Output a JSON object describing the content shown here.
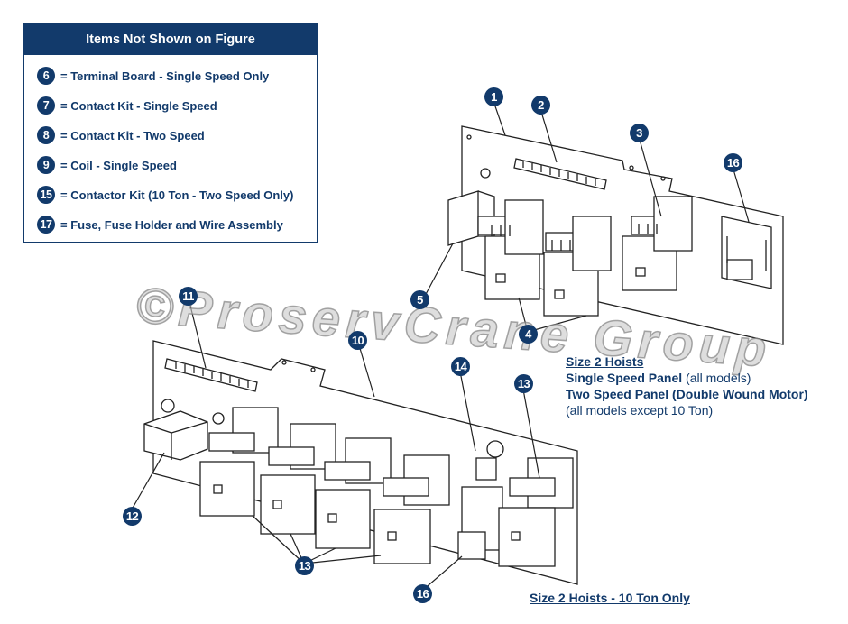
{
  "legend": {
    "title": "Items Not Shown on Figure",
    "items": [
      {
        "num": "6",
        "text": "= Terminal Board - Single Speed Only"
      },
      {
        "num": "7",
        "text": "= Contact Kit - Single Speed"
      },
      {
        "num": "8",
        "text": "= Contact Kit - Two Speed"
      },
      {
        "num": "9",
        "text": "= Coil - Single Speed"
      },
      {
        "num": "15",
        "text": "= Contactor Kit (10 Ton - Two Speed Only)"
      },
      {
        "num": "17",
        "text": "= Fuse, Fuse Holder and Wire Assembly"
      }
    ]
  },
  "upper_panel": {
    "callouts": [
      "1",
      "2",
      "3",
      "16",
      "5",
      "4"
    ],
    "caption": {
      "heading": "Size 2 Hoists",
      "line1_bold": "Single Speed Panel",
      "line1_normal": " (all models)",
      "line2_bold": "Two Speed Panel (Double Wound Motor)",
      "line3": "(all models except 10 Ton)"
    }
  },
  "lower_panel": {
    "callouts": [
      "11",
      "10",
      "14",
      "13",
      "12",
      "13",
      "16"
    ],
    "caption": "Size 2 Hoists - 10 Ton Only"
  },
  "watermark": "©ProservCrane Group",
  "colors": {
    "navy": "#123a6b"
  }
}
